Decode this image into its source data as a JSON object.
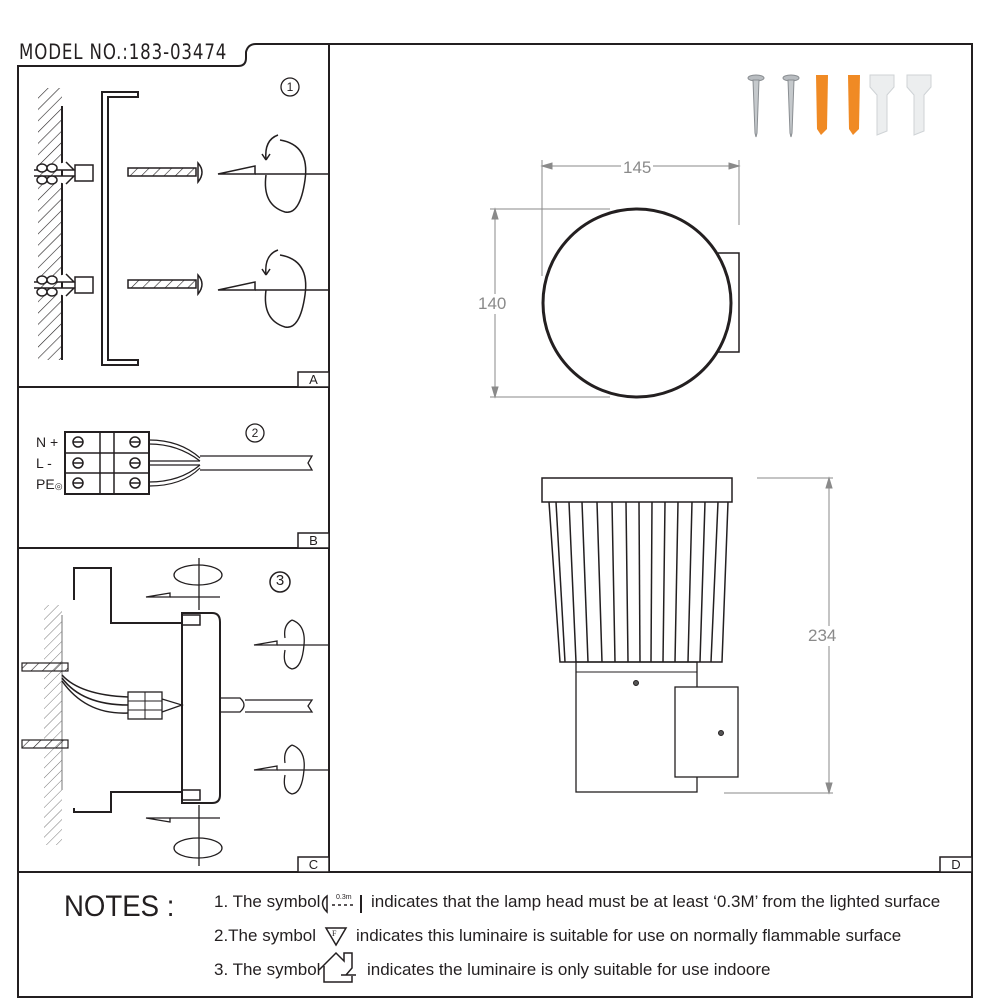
{
  "header": {
    "model_label": "MODEL NO.:183-03474"
  },
  "panels": {
    "a": {
      "tag": "A",
      "step": "1"
    },
    "b": {
      "tag": "B",
      "step": "2",
      "terminals": [
        "N +",
        "L -",
        "PE"
      ]
    },
    "c": {
      "tag": "C",
      "step": "3"
    },
    "d": {
      "tag": "D"
    }
  },
  "dimensions": {
    "width": "145",
    "depth": "140",
    "height": "234"
  },
  "accessories": [
    {
      "name": "screw",
      "color": "#b8bcc0"
    },
    {
      "name": "screw",
      "color": "#b8bcc0"
    },
    {
      "name": "wall-plug",
      "color": "#f08a24"
    },
    {
      "name": "wall-plug",
      "color": "#f08a24"
    },
    {
      "name": "wire-connector",
      "color": "#eceeef"
    },
    {
      "name": "wire-connector",
      "color": "#eceeef"
    }
  ],
  "notes": {
    "heading": "NOTES :",
    "items": [
      {
        "prefix": "1. The symbol",
        "symbol_label": "0.3m",
        "text": "indicates that the lamp head must be at least ‘0.3M’ from the lighted surface"
      },
      {
        "prefix": "2.The symbol",
        "symbol_label": "F",
        "text": "indicates this luminaire is suitable for use on normally flammable surface"
      },
      {
        "prefix": "3. The symbol",
        "symbol_label": "",
        "text": "indicates the luminaire is only suitable for use indoore"
      }
    ]
  }
}
